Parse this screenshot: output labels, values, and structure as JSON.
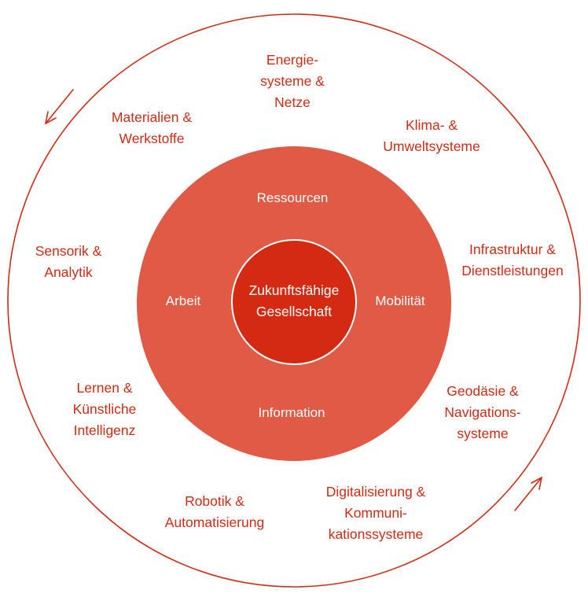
{
  "colors": {
    "accent": "#d42a12",
    "ring": "#e05a45",
    "core": "#d42a12",
    "background": "#ffffff",
    "inner_text": "#ffffff"
  },
  "center": {
    "lines": [
      "Zukunftsfähige",
      "Gesellschaft"
    ]
  },
  "inner_labels": [
    {
      "id": "ressourcen",
      "lines": [
        "Ressourcen"
      ]
    },
    {
      "id": "arbeit",
      "lines": [
        "Arbeit"
      ]
    },
    {
      "id": "mobilitaet",
      "lines": [
        "Mobilität"
      ]
    },
    {
      "id": "information",
      "lines": [
        "Information"
      ]
    }
  ],
  "outer_labels": [
    {
      "id": "energie",
      "lines": [
        "Energie-",
        "systeme &",
        "Netze"
      ]
    },
    {
      "id": "materialien",
      "lines": [
        "Materialien &",
        "Werkstoffe"
      ]
    },
    {
      "id": "klima",
      "lines": [
        "Klima- &",
        "Umweltsysteme"
      ]
    },
    {
      "id": "sensorik",
      "lines": [
        "Sensorik &",
        "Analytik"
      ]
    },
    {
      "id": "infrastruktur",
      "lines": [
        "Infrastruktur &",
        "Dienstleistungen"
      ]
    },
    {
      "id": "lernen",
      "lines": [
        "Lernen &",
        "Künstliche",
        "Intelligenz"
      ]
    },
    {
      "id": "geodaesie",
      "lines": [
        "Geodäsie &",
        "Navigations-",
        "systeme"
      ]
    },
    {
      "id": "robotik",
      "lines": [
        "Robotik &",
        "Automatisierung"
      ]
    },
    {
      "id": "digitalisierung",
      "lines": [
        "Digitalisierung &",
        "Kommuni-",
        "kationssysteme"
      ]
    }
  ]
}
